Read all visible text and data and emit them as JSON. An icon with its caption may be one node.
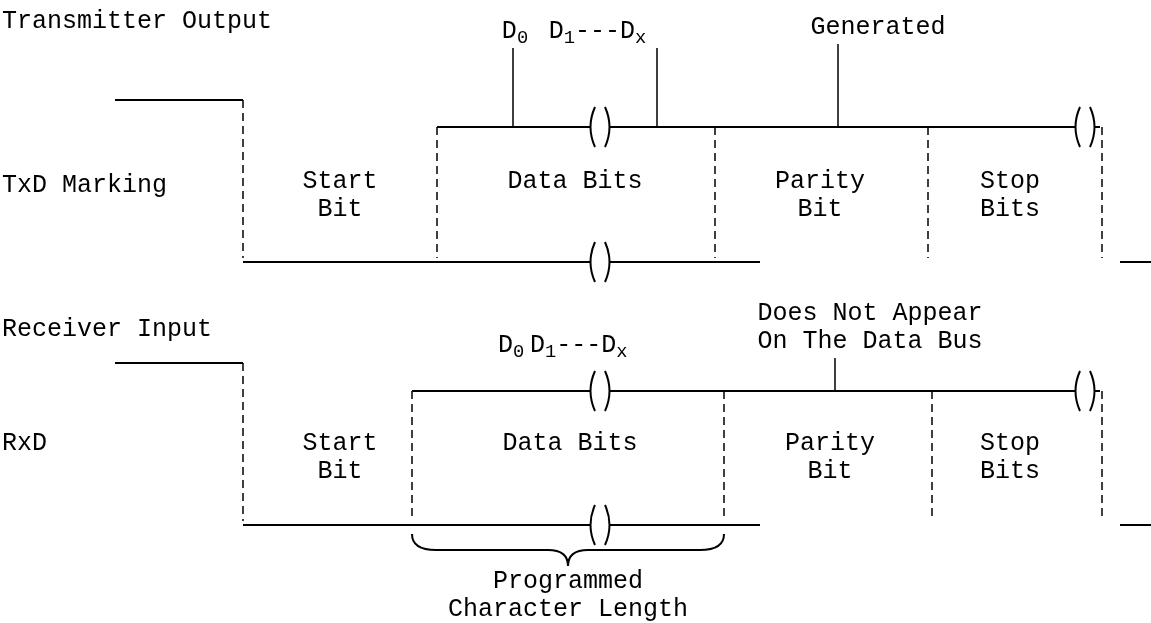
{
  "diagram": {
    "nodes": [
      {
        "text": [
          "D$_{0}$"
        ]
      },
      {
        "text": [
          "D$_{1}$---D$_{x}$"
        ]
      },
      {
        "text": [
          "Generated"
        ]
      },
      {
        "text": [
          "Does Not Appear On The Data Bus"
        ]
      }
    ],
    "edges": [
      {
        "from": 0,
        "to": null,
        "arrow": "none"
      },
      {
        "from": 1,
        "to": null,
        "arrow": "none"
      },
      {
        "from": 2,
        "to": null,
        "arrow": "none"
      },
      {
        "from": 3,
        "to": null,
        "arrow": "none"
      }
    ],
    "labels": [
      "Transmitter Output",
      "TxD Marking",
      "Start Bit",
      "Data Bits",
      "Parity Bit",
      "Stop Bits",
      "Receiver Input",
      "D$_{0}$",
      "D$_{1}$---D$_{x}$",
      "RxD",
      "Start Bit",
      "Data Bits",
      "Parity Bit",
      "Stop Bits",
      "Programmed Character Length"
    ]
  }
}
